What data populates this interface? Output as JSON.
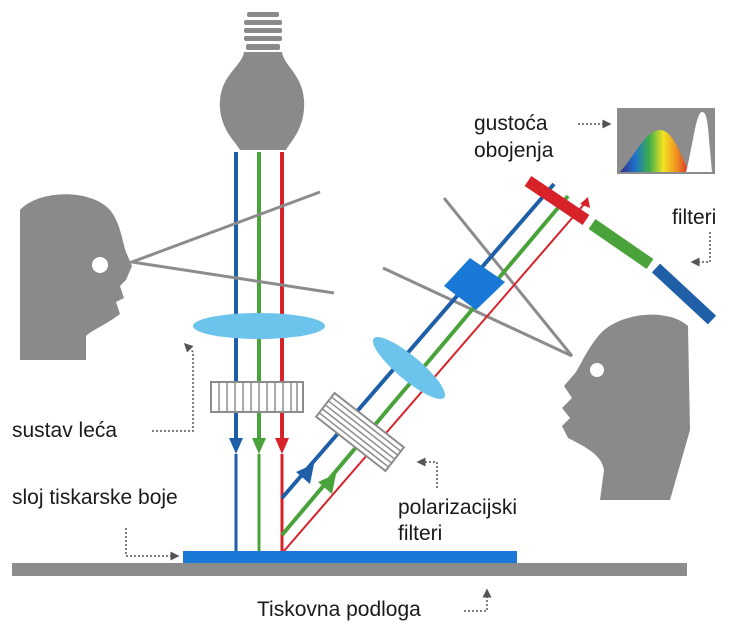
{
  "labels": {
    "dye_density_line1": "gustoća",
    "dye_density_line2": "obojenja",
    "filters": "filteri",
    "lens_system": "sustav leća",
    "ink_layer": "sloj tiskarske boje",
    "polarization_filters_line1": "polarizacijski",
    "polarization_filters_line2": "filteri",
    "printing_substrate": "Tiskovna podloga"
  },
  "colors": {
    "blue": "#1f5fa8",
    "green": "#4aa33a",
    "red": "#d8222a",
    "gray": "#8c8c8c",
    "head_gray": "#8a8a8a",
    "lens_blue": "#6cc4ec",
    "ink_blue": "#1a78d6",
    "leader": "#555555"
  }
}
